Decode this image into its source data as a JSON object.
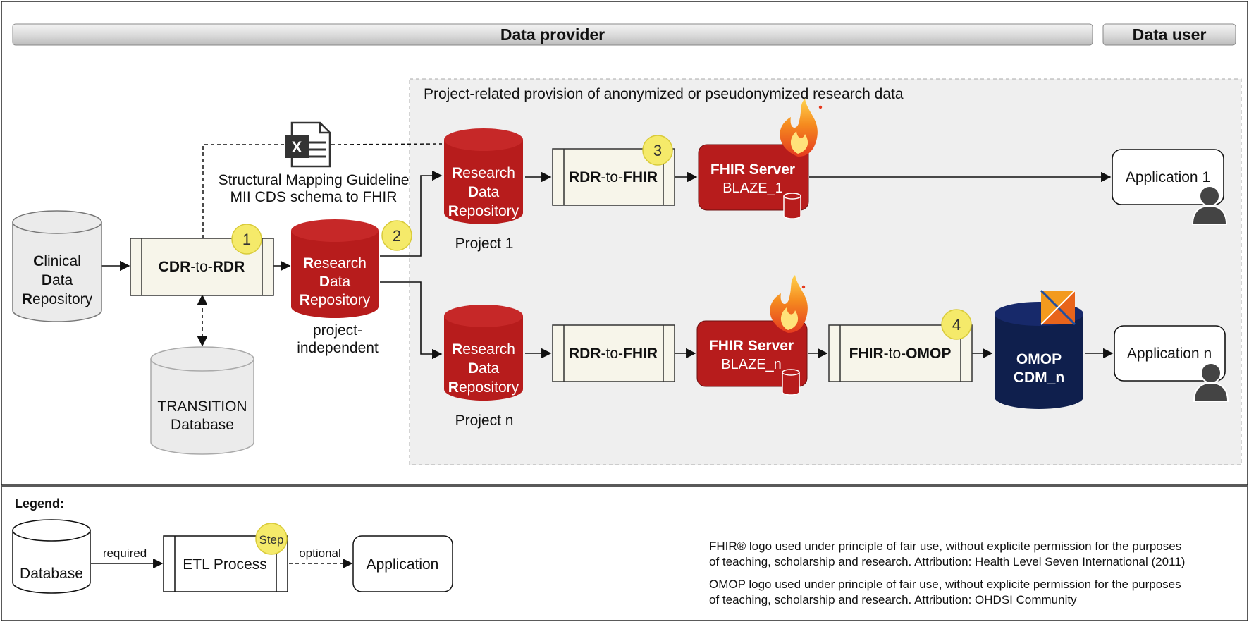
{
  "header": {
    "provider_label": "Data provider",
    "user_label": "Data user"
  },
  "project_area": {
    "title": "Project-related provision of anonymized or pseudonymized research data"
  },
  "mapping_guideline": {
    "line1": "Structural Mapping Guideline",
    "line2": "MII CDS schema to FHIR",
    "icon": "excel-file-icon"
  },
  "cdr": {
    "l1a": "C",
    "l1b": "linical",
    "l2a": "D",
    "l2b": "ata",
    "l3a": "R",
    "l3b": "epository"
  },
  "transition_db": {
    "line1": "TRANSITION",
    "line2": "Database"
  },
  "cdr_to_rdr": {
    "p1": "CDR",
    "p2": "-to-",
    "p3": "RDR",
    "step": "1"
  },
  "rdr_main": {
    "l1a": "R",
    "l1b": "esearch",
    "l2a": "D",
    "l2b": "ata",
    "l3a": "R",
    "l3b": "epository",
    "caption1": "project-",
    "caption2": "independent",
    "step": "2"
  },
  "rdr_project1": {
    "l1a": "R",
    "l1b": "esearch",
    "l2a": "D",
    "l2b": "ata",
    "l3a": "R",
    "l3b": "epository",
    "caption": "Project 1"
  },
  "rdr_projectn": {
    "l1a": "R",
    "l1b": "esearch",
    "l2a": "D",
    "l2b": "ata",
    "l3a": "R",
    "l3b": "epository",
    "caption": "Project n"
  },
  "rdr_to_fhir_1": {
    "p1": "RDR",
    "p2": "-to-",
    "p3": "FHIR",
    "step": "3"
  },
  "rdr_to_fhir_n": {
    "p1": "RDR",
    "p2": "-to-",
    "p3": "FHIR"
  },
  "fhir_server_1": {
    "title": "FHIR Server",
    "name": "BLAZE_1",
    "icon": "fhir-flame-icon"
  },
  "fhir_server_n": {
    "title": "FHIR Server",
    "name": "BLAZE_n",
    "icon": "fhir-flame-icon"
  },
  "fhir_to_omop": {
    "p1": "FHIR",
    "p2": "-to-",
    "p3": "OMOP",
    "step": "4"
  },
  "omop_db": {
    "line1": "OMOP",
    "line2": "CDM_n",
    "icon": "omop-logo-icon"
  },
  "application_1": {
    "label": "Application 1",
    "icon": "user-icon"
  },
  "application_n": {
    "label": "Application n",
    "icon": "user-icon"
  },
  "legend": {
    "title": "Legend:",
    "database": "Database",
    "required": "required",
    "etl": "ETL Process",
    "step": "Step",
    "optional": "optional",
    "application": "Application"
  },
  "attribution": {
    "fhir_line1": "FHIR® logo used under principle of fair use, without explicite permission for the purposes",
    "fhir_line2": "of teaching, scholarship and research. Attribution: Health Level Seven International (2011)",
    "omop_line1": "OMOP logo used under principle of fair use, without explicite permission for the purposes",
    "omop_line2": "of teaching, scholarship and research. Attribution: OHDSI Community"
  },
  "colors": {
    "red": "#b71c1c",
    "navy": "#0f1f4d",
    "step_yellow": "#f5ea6a",
    "process_fill": "#f7f5ea",
    "db_gray": "#ebebeb",
    "project_area": "#efefef"
  }
}
